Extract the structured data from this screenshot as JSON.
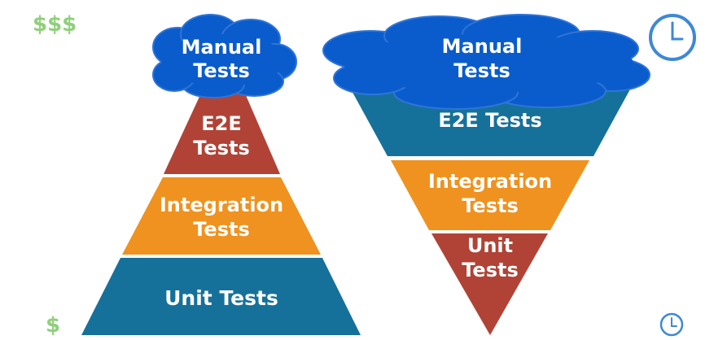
{
  "cost_high_label": "$$$",
  "cost_low_label": "$",
  "colors": {
    "cloud": "#0a5ccc",
    "cloud_stroke": "#2f74d8",
    "e2e": "#b04336",
    "integration": "#ef921f",
    "unit": "#16719a",
    "money": "#8fd07a",
    "clock": "#3f88d4"
  },
  "pyramid": {
    "manual": [
      "Manual",
      "Tests"
    ],
    "e2e": [
      "E2E",
      "Tests"
    ],
    "integration": [
      "Integration",
      "Tests"
    ],
    "unit": "Unit Tests"
  },
  "inverted": {
    "manual": [
      "Manual",
      "Tests"
    ],
    "e2e": "E2E Tests",
    "integration": [
      "Integration",
      "Tests"
    ],
    "unit": [
      "Unit",
      "Tests"
    ]
  },
  "icons": {
    "time_high": "clock-icon",
    "time_low": "clock-icon"
  }
}
